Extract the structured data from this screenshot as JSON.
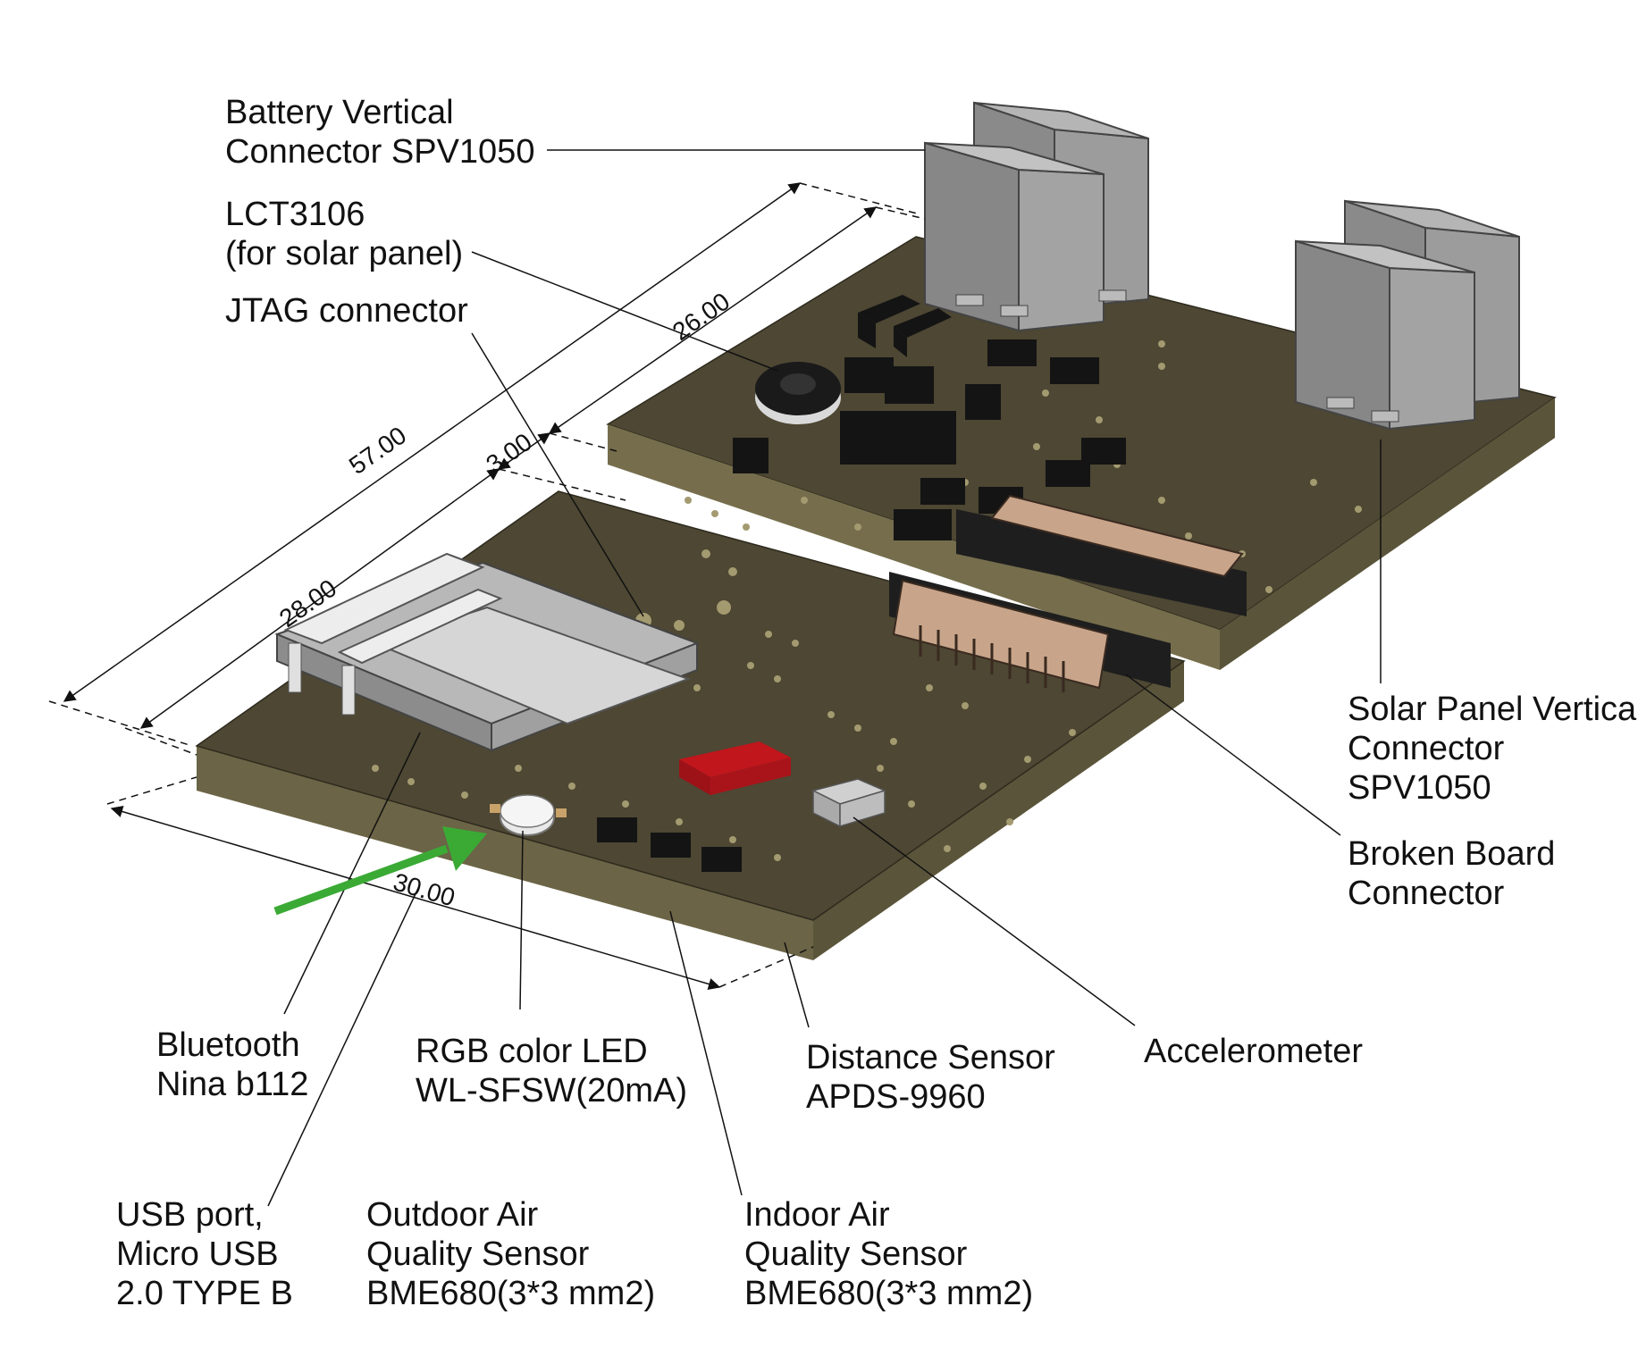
{
  "labels": {
    "battery_connector": [
      "Battery Vertical",
      "Connector SPV1050"
    ],
    "lct3106": [
      "LCT3106",
      "(for solar panel)"
    ],
    "jtag": [
      "JTAG connector"
    ],
    "solar_connector": [
      "Solar Panel Vertical",
      "Connector",
      "SPV1050"
    ],
    "broken_board": [
      "Broken Board",
      "Connector"
    ],
    "bluetooth": [
      "Bluetooth",
      "Nina b112"
    ],
    "rgb_led": [
      "RGB color LED",
      "WL-SFSW(20mA)"
    ],
    "distance_sensor": [
      "Distance Sensor",
      "APDS-9960"
    ],
    "accelerometer": [
      "Accelerometer"
    ],
    "usb_port": [
      "USB port,",
      "Micro USB",
      "2.0 TYPE B"
    ],
    "outdoor_air": [
      "Outdoor Air",
      "Quality Sensor",
      "BME680(3*3 mm2)"
    ],
    "indoor_air": [
      "Indoor Air",
      "Quality Sensor",
      "BME680(3*3 mm2)"
    ]
  },
  "dimensions": {
    "overall": "57.00",
    "rear_board": "26.00",
    "gap": "3.00",
    "front_board": "28.00",
    "width": "30.00"
  },
  "colors": {
    "pcb_top": "#4d4733",
    "pcb_side": "#6b6446",
    "connector_body": "#8a8a8a",
    "led_red": "#c0161c",
    "arrow_green": "#3aaa35"
  }
}
